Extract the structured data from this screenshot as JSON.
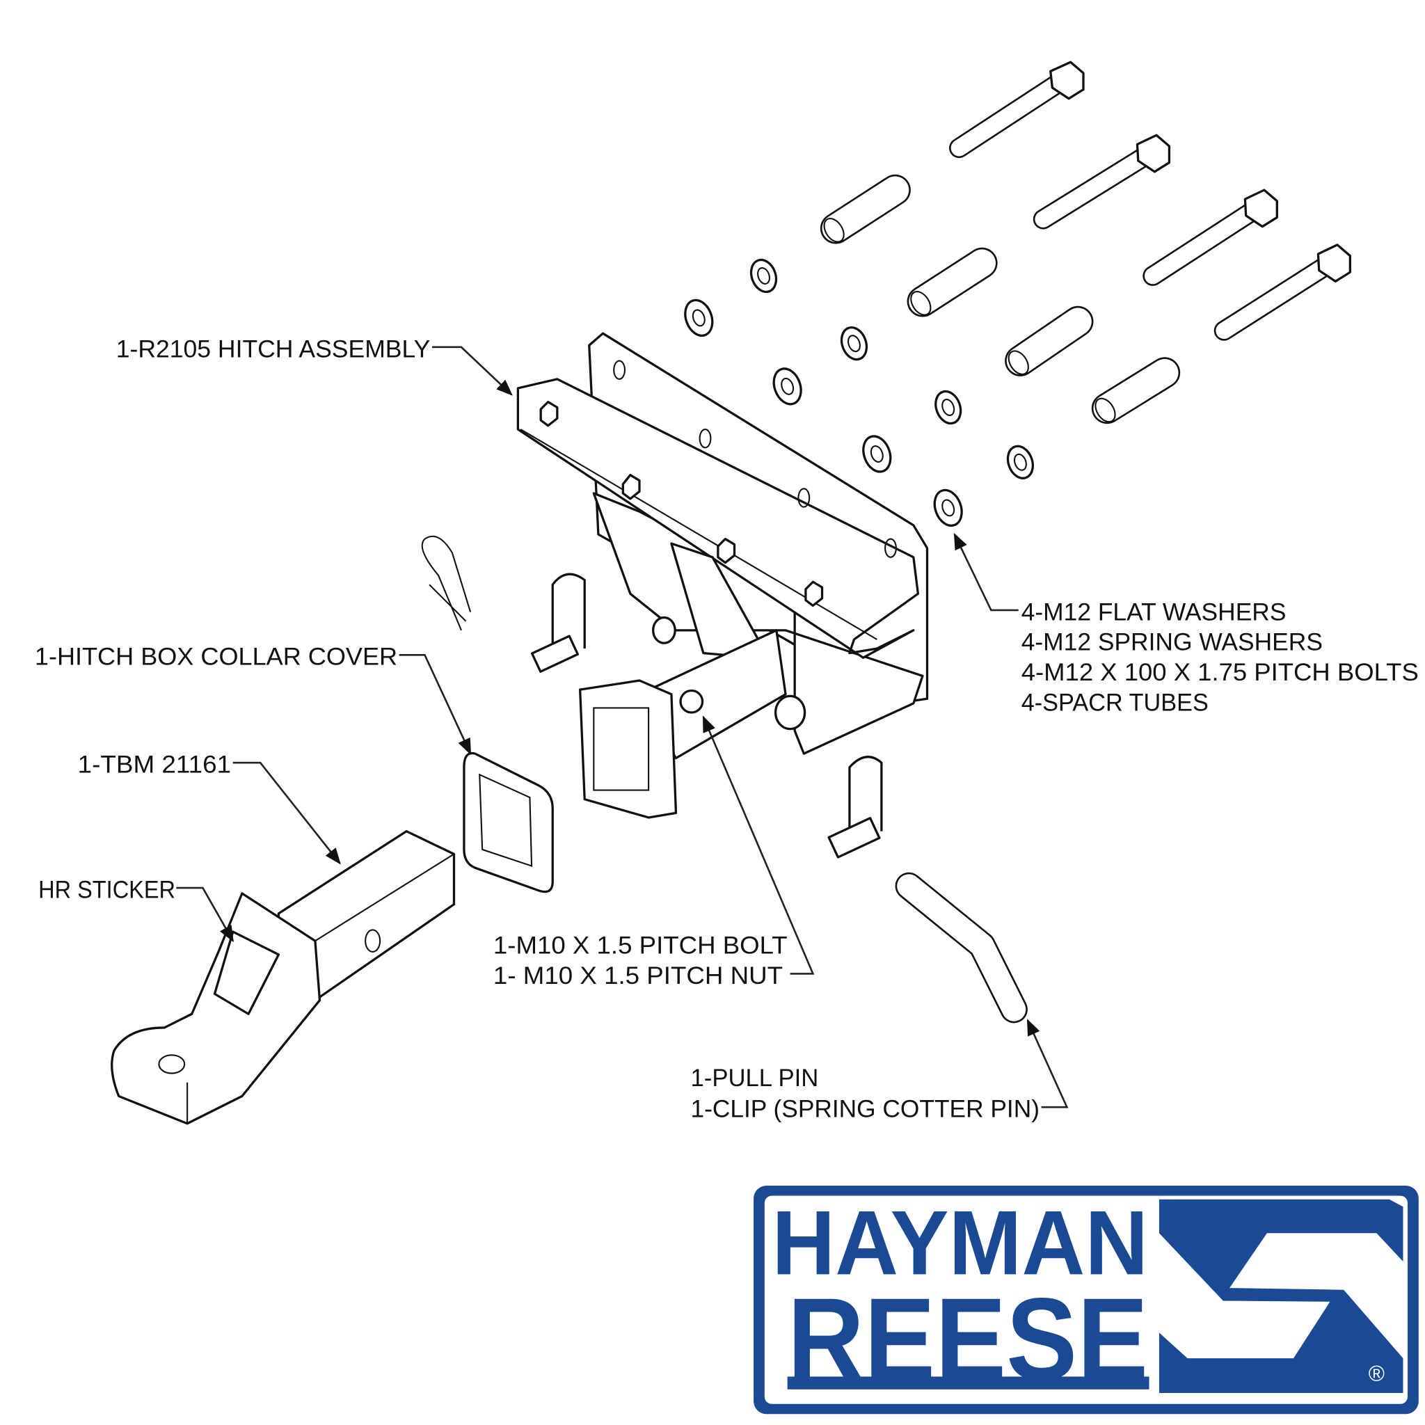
{
  "labels": {
    "hitch_assembly": "1-R2105 HITCH ASSEMBLY",
    "collar_cover": "1-HITCH BOX COLLAR COVER",
    "tbm": "1-TBM 21161",
    "sticker": "HR STICKER",
    "m10_bolt": "1-M10 X 1.5 PITCH BOLT",
    "m10_nut": "1- M10 X 1.5 PITCH NUT",
    "pull_pin": "1-PULL PIN",
    "clip": "1-CLIP (SPRING COTTER PIN)",
    "flat_washers": "4-M12 FLAT WASHERS",
    "spring_washers": "4-M12 SPRING WASHERS",
    "m12_bolts": "4-M12 X 100 X 1.75 PITCH BOLTS",
    "spacer_tubes": "4-SPACR TUBES"
  },
  "logo": {
    "line1": "HAYMAN",
    "line2": "REESE",
    "registered": "®",
    "color": "#1a4a94"
  }
}
